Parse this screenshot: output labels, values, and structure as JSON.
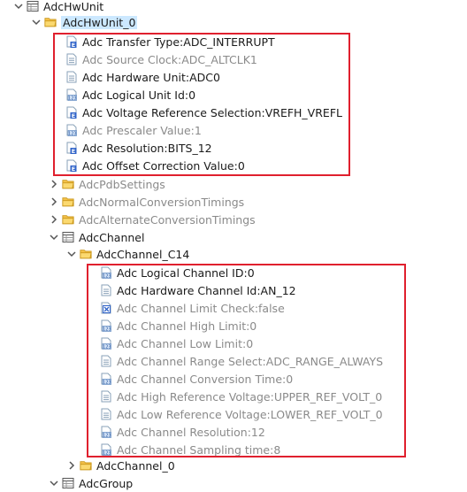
{
  "tree": {
    "root": {
      "label": "AdcHwUnit"
    },
    "unit0": {
      "label": "AdcHwUnit_0"
    },
    "params1": [
      {
        "label": "Adc Transfer Type:ADC_INTERRUPT",
        "icon": "enum-param-icon",
        "dim": false
      },
      {
        "label": "Adc Source Clock:ADC_ALTCLK1",
        "icon": "text-param-icon",
        "dim": true
      },
      {
        "label": "Adc Hardware Unit:ADC0",
        "icon": "text-param-icon",
        "dim": false
      },
      {
        "label": "Adc Logical Unit Id:0",
        "icon": "int-param-icon",
        "dim": false
      },
      {
        "label": "Adc Voltage Reference Selection:VREFH_VREFL",
        "icon": "enum-param-icon",
        "dim": false
      },
      {
        "label": "Adc Prescaler Value:1",
        "icon": "int-param-icon",
        "dim": true
      },
      {
        "label": "Adc Resolution:BITS_12",
        "icon": "enum-param-icon",
        "dim": false
      },
      {
        "label": "Adc Offset Correction Value:0",
        "icon": "enum-param-icon",
        "dim": false
      }
    ],
    "folders": [
      {
        "label": "AdcPdbSettings"
      },
      {
        "label": "AdcNormalConversionTimings"
      },
      {
        "label": "AdcAlternateConversionTimings"
      }
    ],
    "channel": {
      "label": "AdcChannel"
    },
    "c14": {
      "label": "AdcChannel_C14"
    },
    "params2": [
      {
        "label": "Adc Logical Channel ID:0",
        "icon": "int-param-icon",
        "dim": false
      },
      {
        "label": "Adc Hardware Channel Id:AN_12",
        "icon": "text-param-icon",
        "dim": false
      },
      {
        "label": "Adc Channel Limit Check:false",
        "icon": "bool-param-icon",
        "dim": true
      },
      {
        "label": "Adc Channel High Limit:0",
        "icon": "int-param-icon",
        "dim": true
      },
      {
        "label": "Adc Channel Low Limit:0",
        "icon": "int-param-icon",
        "dim": true
      },
      {
        "label": "Adc Channel Range Select:ADC_RANGE_ALWAYS",
        "icon": "text-param-icon",
        "dim": true
      },
      {
        "label": "Adc Channel Conversion Time:0",
        "icon": "int-param-icon",
        "dim": true
      },
      {
        "label": "Adc High Reference Voltage:UPPER_REF_VOLT_0",
        "icon": "text-param-icon",
        "dim": true
      },
      {
        "label": "Adc Low Reference Voltage:LOWER_REF_VOLT_0",
        "icon": "text-param-icon",
        "dim": true
      },
      {
        "label": "Adc Channel Resolution:12",
        "icon": "int-param-icon",
        "dim": true
      },
      {
        "label": "Adc Channel Sampling time:8",
        "icon": "int-param-icon",
        "dim": true
      }
    ],
    "c0": {
      "label": "AdcChannel_0"
    },
    "group": {
      "label": "AdcGroup"
    }
  },
  "colors": {
    "highlight": "#e0202e",
    "selection": "#cce8ff"
  }
}
